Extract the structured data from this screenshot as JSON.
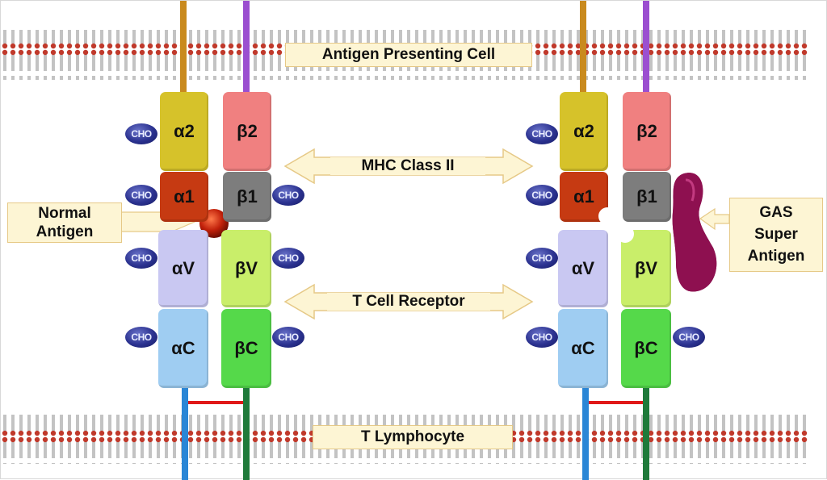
{
  "labels": {
    "apc": "Antigen Presenting Cell",
    "t_lymphocyte": "T Lymphocyte",
    "mhc": "MHC Class II",
    "tcr": "T Cell Receptor",
    "normal_antigen_line1": "Normal",
    "normal_antigen_line2": "Antigen",
    "gas_line1": "GAS",
    "gas_line2": "Super",
    "gas_line3": "Antigen"
  },
  "domains": {
    "alpha2": "α2",
    "beta2": "β2",
    "alpha1": "α1",
    "beta1": "β1",
    "alphaV": "αV",
    "betaV": "βV",
    "alphaC": "αC",
    "betaC": "βC"
  },
  "cho": "CHO",
  "colors": {
    "alpha2": "#d6c22a",
    "beta2": "#f08080",
    "alpha1": "#c63a12",
    "beta1": "#7d7d7d",
    "alphaV": "#c9c8f2",
    "betaV": "#c9ee6a",
    "alphaC": "#9fcdf2",
    "betaC": "#55d94a",
    "antigen": "#c0200a",
    "superantigen": "#8e1050",
    "stem_alpha_top": "#c98a1e",
    "stem_beta_top": "#9b4fd0",
    "stem_alpha_bottom": "#2a86d6",
    "stem_beta_bottom": "#1f7a3a"
  }
}
